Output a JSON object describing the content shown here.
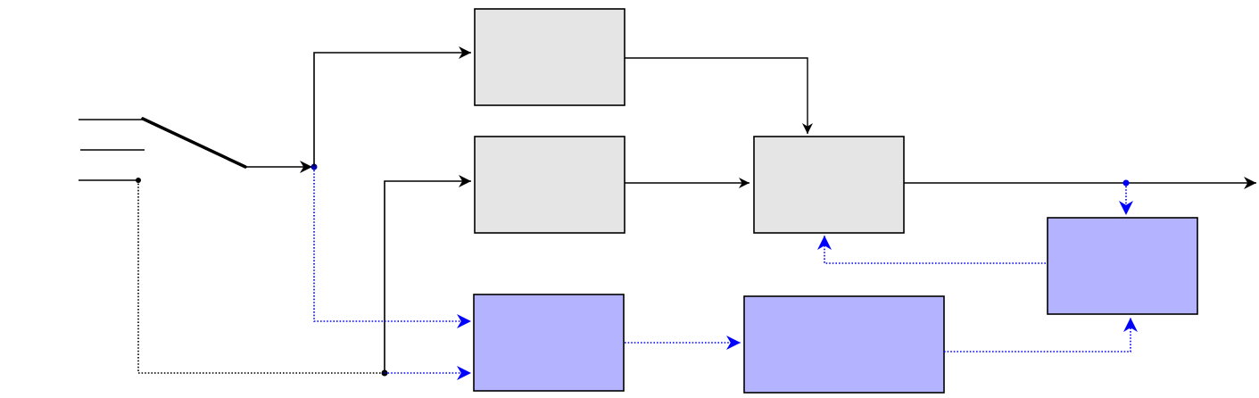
{
  "colors": {
    "control_block_fill": "#e5e5e5",
    "adaptive_block_fill": "#b3b3ff",
    "main_signal": "#000000",
    "adaptive_signal": "#0000ff"
  },
  "blocks": [
    {
      "id": "top-block",
      "label": ""
    },
    {
      "id": "middle-block",
      "label": ""
    },
    {
      "id": "summing-block",
      "label": ""
    },
    {
      "id": "adaptive-block-left",
      "label": ""
    },
    {
      "id": "adaptive-block-center",
      "label": ""
    },
    {
      "id": "adaptive-block-right",
      "label": ""
    }
  ],
  "switch": {
    "positions": 3
  }
}
